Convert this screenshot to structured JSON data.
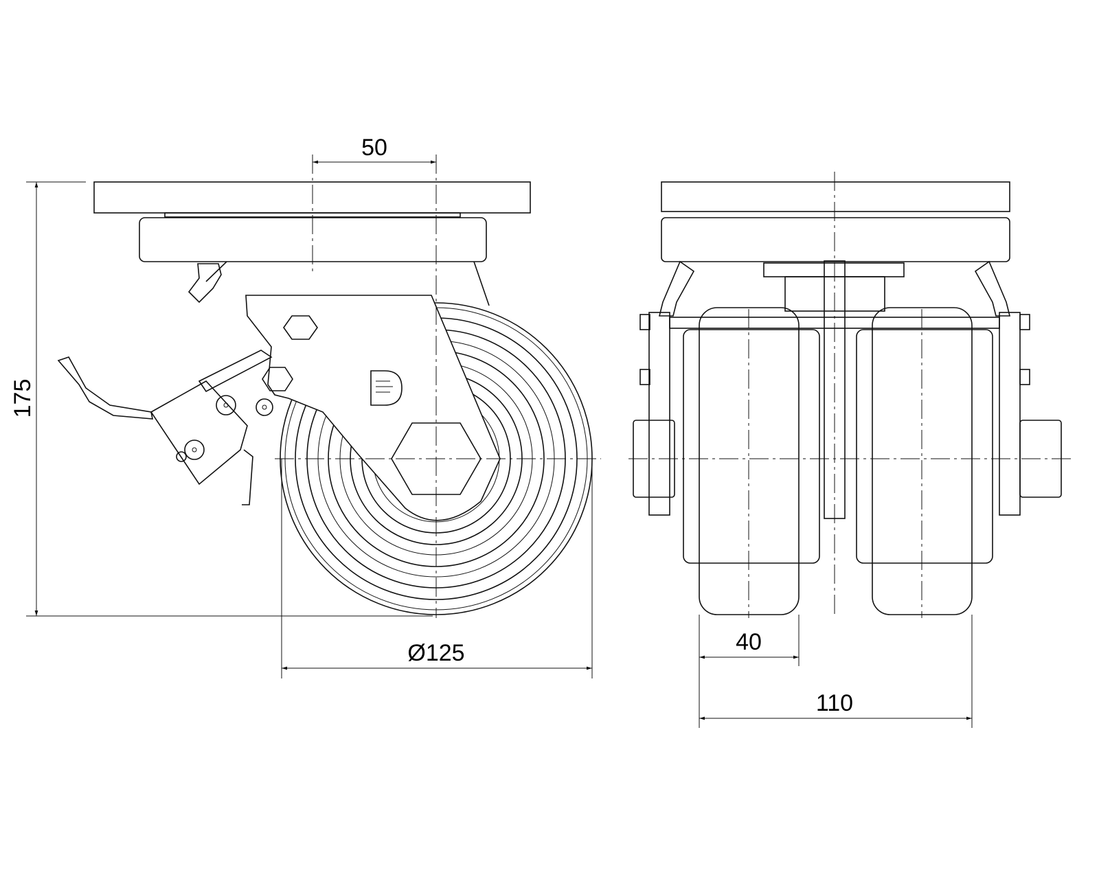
{
  "drawing": {
    "dimensions": {
      "offset": "50",
      "height": "175",
      "wheel_diameter": "Ø125",
      "wheel_width": "40",
      "overall_width": "110"
    },
    "colors": {
      "line": "#111111",
      "background": "#ffffff"
    }
  }
}
